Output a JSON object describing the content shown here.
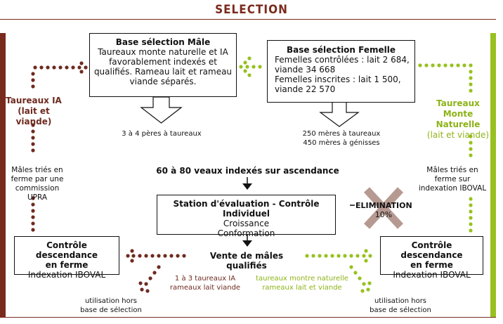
{
  "title": "SELECTION",
  "male_base": {
    "heading": "Base sélection Mâle",
    "lines": [
      "Taureaux monte naturelle et IA",
      "favorablement indexés et",
      "qualifiés. Rameau lait et rameau",
      "viande séparés."
    ]
  },
  "female_base": {
    "heading": "Base sélection Femelle",
    "lines": [
      "Femelles contrôlées : lait 2 684,",
      "viande 34 668",
      "Femelles inscrites : lait 1 500,",
      "viande 22 570"
    ]
  },
  "left_branch": {
    "title_l1": "Taureaux IA",
    "title_l2": "(lait et viande)",
    "note_lines": [
      "Mâles triés en",
      "ferme par une",
      "commission UPRA"
    ]
  },
  "right_branch": {
    "title_l1": "Taureaux Monte",
    "title_l2": "Naturelle",
    "title_l3": "(lait et viande)",
    "note_lines": [
      "Mâles triés en",
      "ferme sur",
      "indexation IBOVAL"
    ]
  },
  "peres": "3 à 4 pères à taureaux",
  "meres_l1": "250 mères à taureaux",
  "meres_l2": "450 mères à génisses",
  "veaux": "60 à 80 veaux indexés sur ascendance",
  "station": {
    "heading": "Station d'évaluation - Contrôle Individuel",
    "l1": "Croissance",
    "l2": "Conformation"
  },
  "elimination": {
    "label": "ELIMINATION",
    "pct": "10%"
  },
  "vente": "Vente de mâles qualifiés",
  "controle_left": {
    "heading_l1": "Contrôle descendance",
    "heading_l2": "en ferme",
    "sub": "Indexation IBOVAL"
  },
  "controle_right": {
    "heading_l1": "Contrôle descendance",
    "heading_l2": "en ferme",
    "sub": "Indexation IBOVAL"
  },
  "ia_rameaux_l1": "1 à 3 taureaux IA",
  "ia_rameaux_l2": "rameaux lait viande",
  "mn_rameaux_l1": "taureaux montre naturelle",
  "mn_rameaux_l2": "rameaux lait et viande",
  "hors_left_l1": "utilisation hors",
  "hors_left_l2": "base de sélection",
  "hors_right_l1": "utilisation hors",
  "hors_right_l2": "base de sélection",
  "colors": {
    "brown": "#7a2a1c",
    "green": "#97c11f"
  }
}
